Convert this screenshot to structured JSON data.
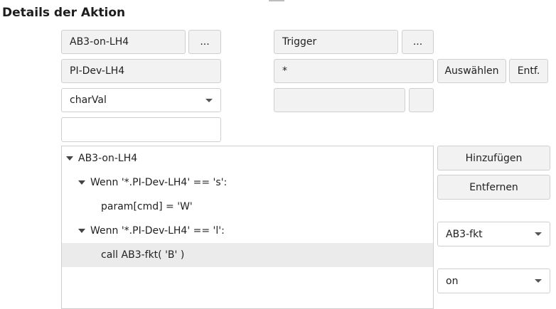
{
  "title": "Details der Aktion",
  "left": {
    "name_value": "AB3-on-LH4",
    "name_more_label": "...",
    "device_value": "PI-Dev-LH4",
    "type_selected": "charVal",
    "extra_value": ""
  },
  "right": {
    "trigger_value": "Trigger",
    "trigger_more_label": "...",
    "filter_value": "*",
    "select_label": "Auswählen",
    "delete_label": "Entf.",
    "extra_value": "",
    "extra_btn_label": ""
  },
  "tree": {
    "root": "AB3-on-LH4",
    "cond1": "Wenn '*.PI-Dev-LH4' == 's':",
    "action1": "param[cmd] = 'W'",
    "cond2": "Wenn '*.PI-Dev-LH4' == 'l':",
    "action2": "call AB3-fkt( 'B' )"
  },
  "side": {
    "add_label": "Hinzufügen",
    "remove_label": "Entfernen",
    "function_selected": "AB3-fkt",
    "param_selected": "on"
  },
  "icons": {
    "dropdown": "chevron-down-icon",
    "expand": "triangle-down-icon"
  }
}
